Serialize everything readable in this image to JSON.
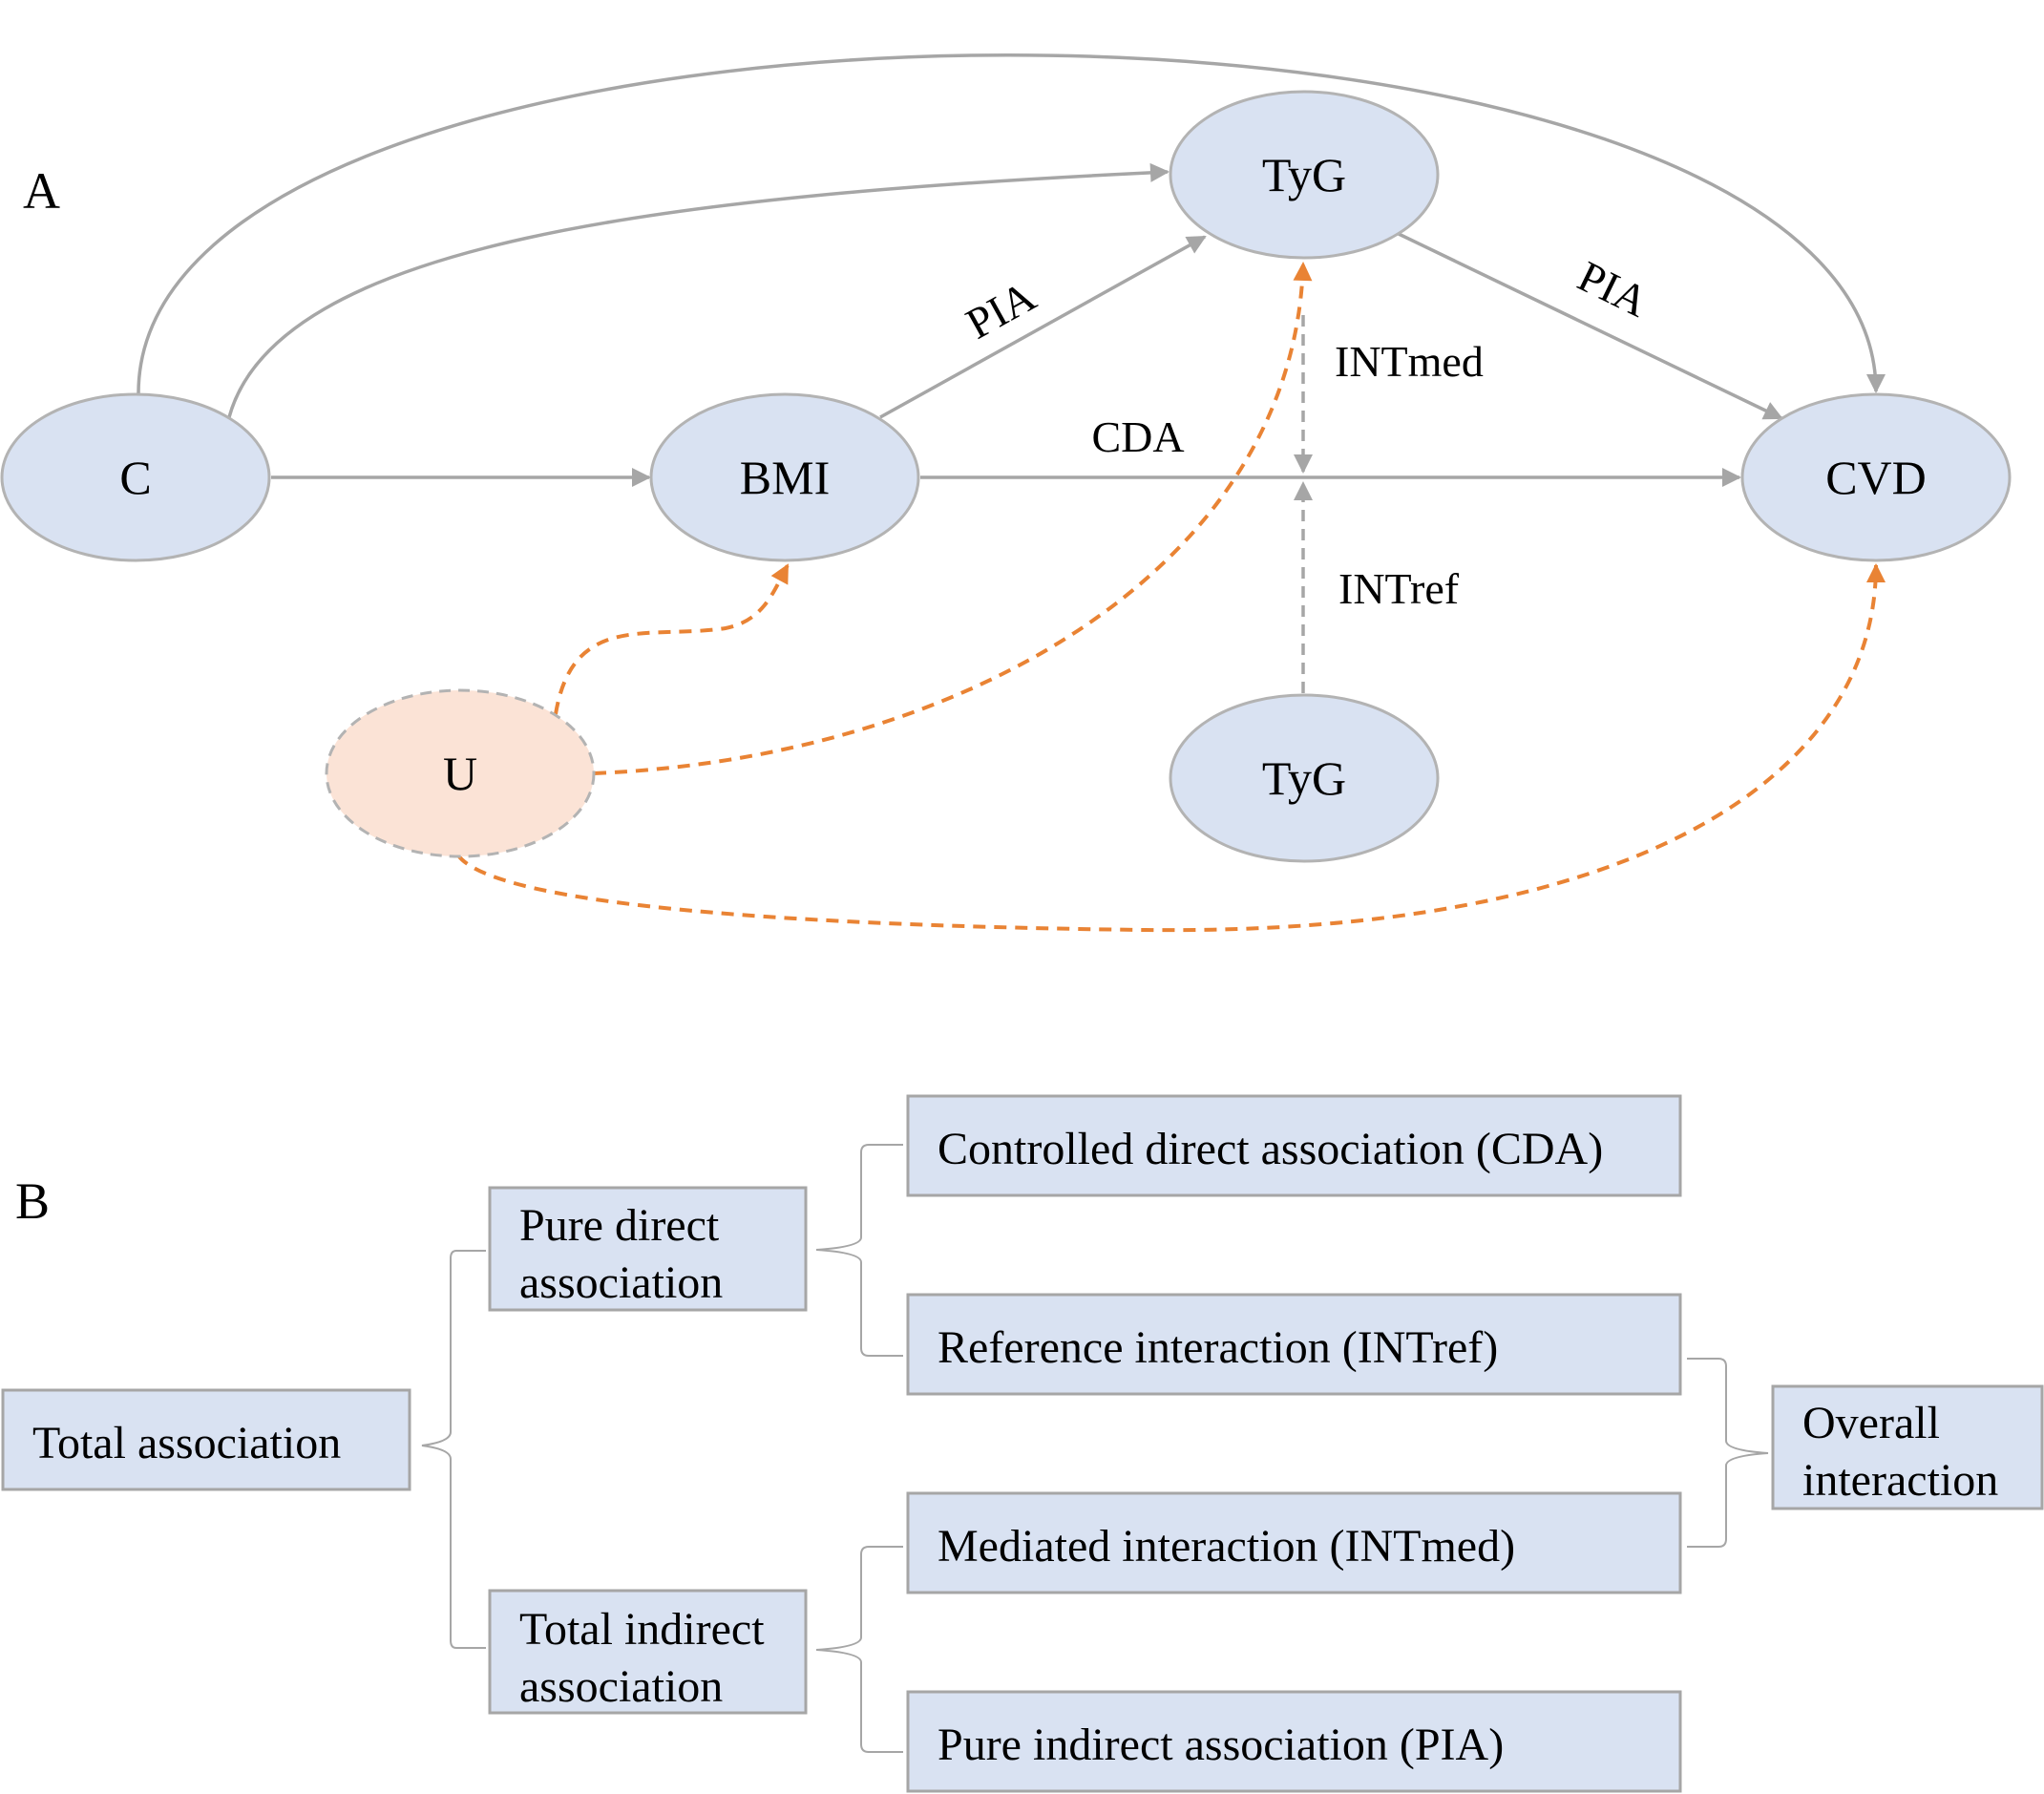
{
  "panel_a": {
    "label": "A",
    "nodes": {
      "c": "C",
      "bmi": "BMI",
      "tyg_top": "TyG",
      "cvd": "CVD",
      "u": "U",
      "tyg_bottom": "TyG"
    },
    "edge_labels": {
      "pia_left": "PIA",
      "pia_right": "PIA",
      "cda": "CDA",
      "intmed": "INTmed",
      "intref": "INTref"
    }
  },
  "panel_b": {
    "label": "B",
    "boxes": {
      "total_association": "Total association",
      "pure_direct_line1": "Pure direct",
      "pure_direct_line2": "association",
      "total_indirect_line1": "Total indirect",
      "total_indirect_line2": "association",
      "cda": "Controlled direct association (CDA)",
      "intref": "Reference interaction (INTref)",
      "intmed": "Mediated interaction (INTmed)",
      "pia": "Pure indirect association (PIA)",
      "overall_line1": "Overall",
      "overall_line2": "interaction"
    }
  },
  "colors": {
    "node_fill": "#d9e2f2",
    "confounder_fill": "#fbe3d6",
    "gray_edge": "#a6a6a6",
    "orange_edge": "#e98334"
  }
}
